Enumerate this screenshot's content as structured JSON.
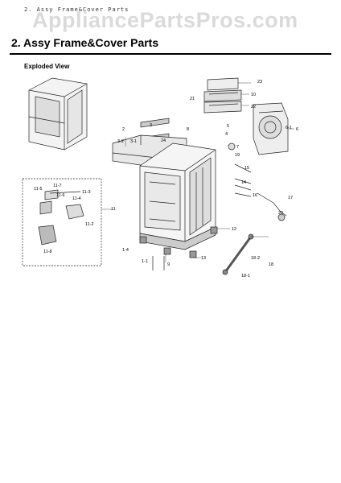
{
  "header": {
    "small_text": "2. Assy Frame&Cover Parts"
  },
  "watermark": {
    "text": "AppliancePartsPros.com"
  },
  "title": "2.  Assy Frame&Cover Parts",
  "subhead": "Exploded View",
  "callouts": [
    "23",
    "10",
    "21",
    "22",
    "5",
    "3",
    "2",
    "3-2",
    "3-1",
    "24",
    "8",
    "7",
    "6-1",
    "6",
    "4",
    "19",
    "15",
    "14",
    "16",
    "17",
    "20",
    "11-5",
    "11-7",
    "11-6",
    "11-3",
    "11-4",
    "11",
    "11-2",
    "11-8",
    "12",
    "1-4",
    "1-1",
    "13",
    "9",
    "18-2",
    "18",
    "18-1"
  ]
}
